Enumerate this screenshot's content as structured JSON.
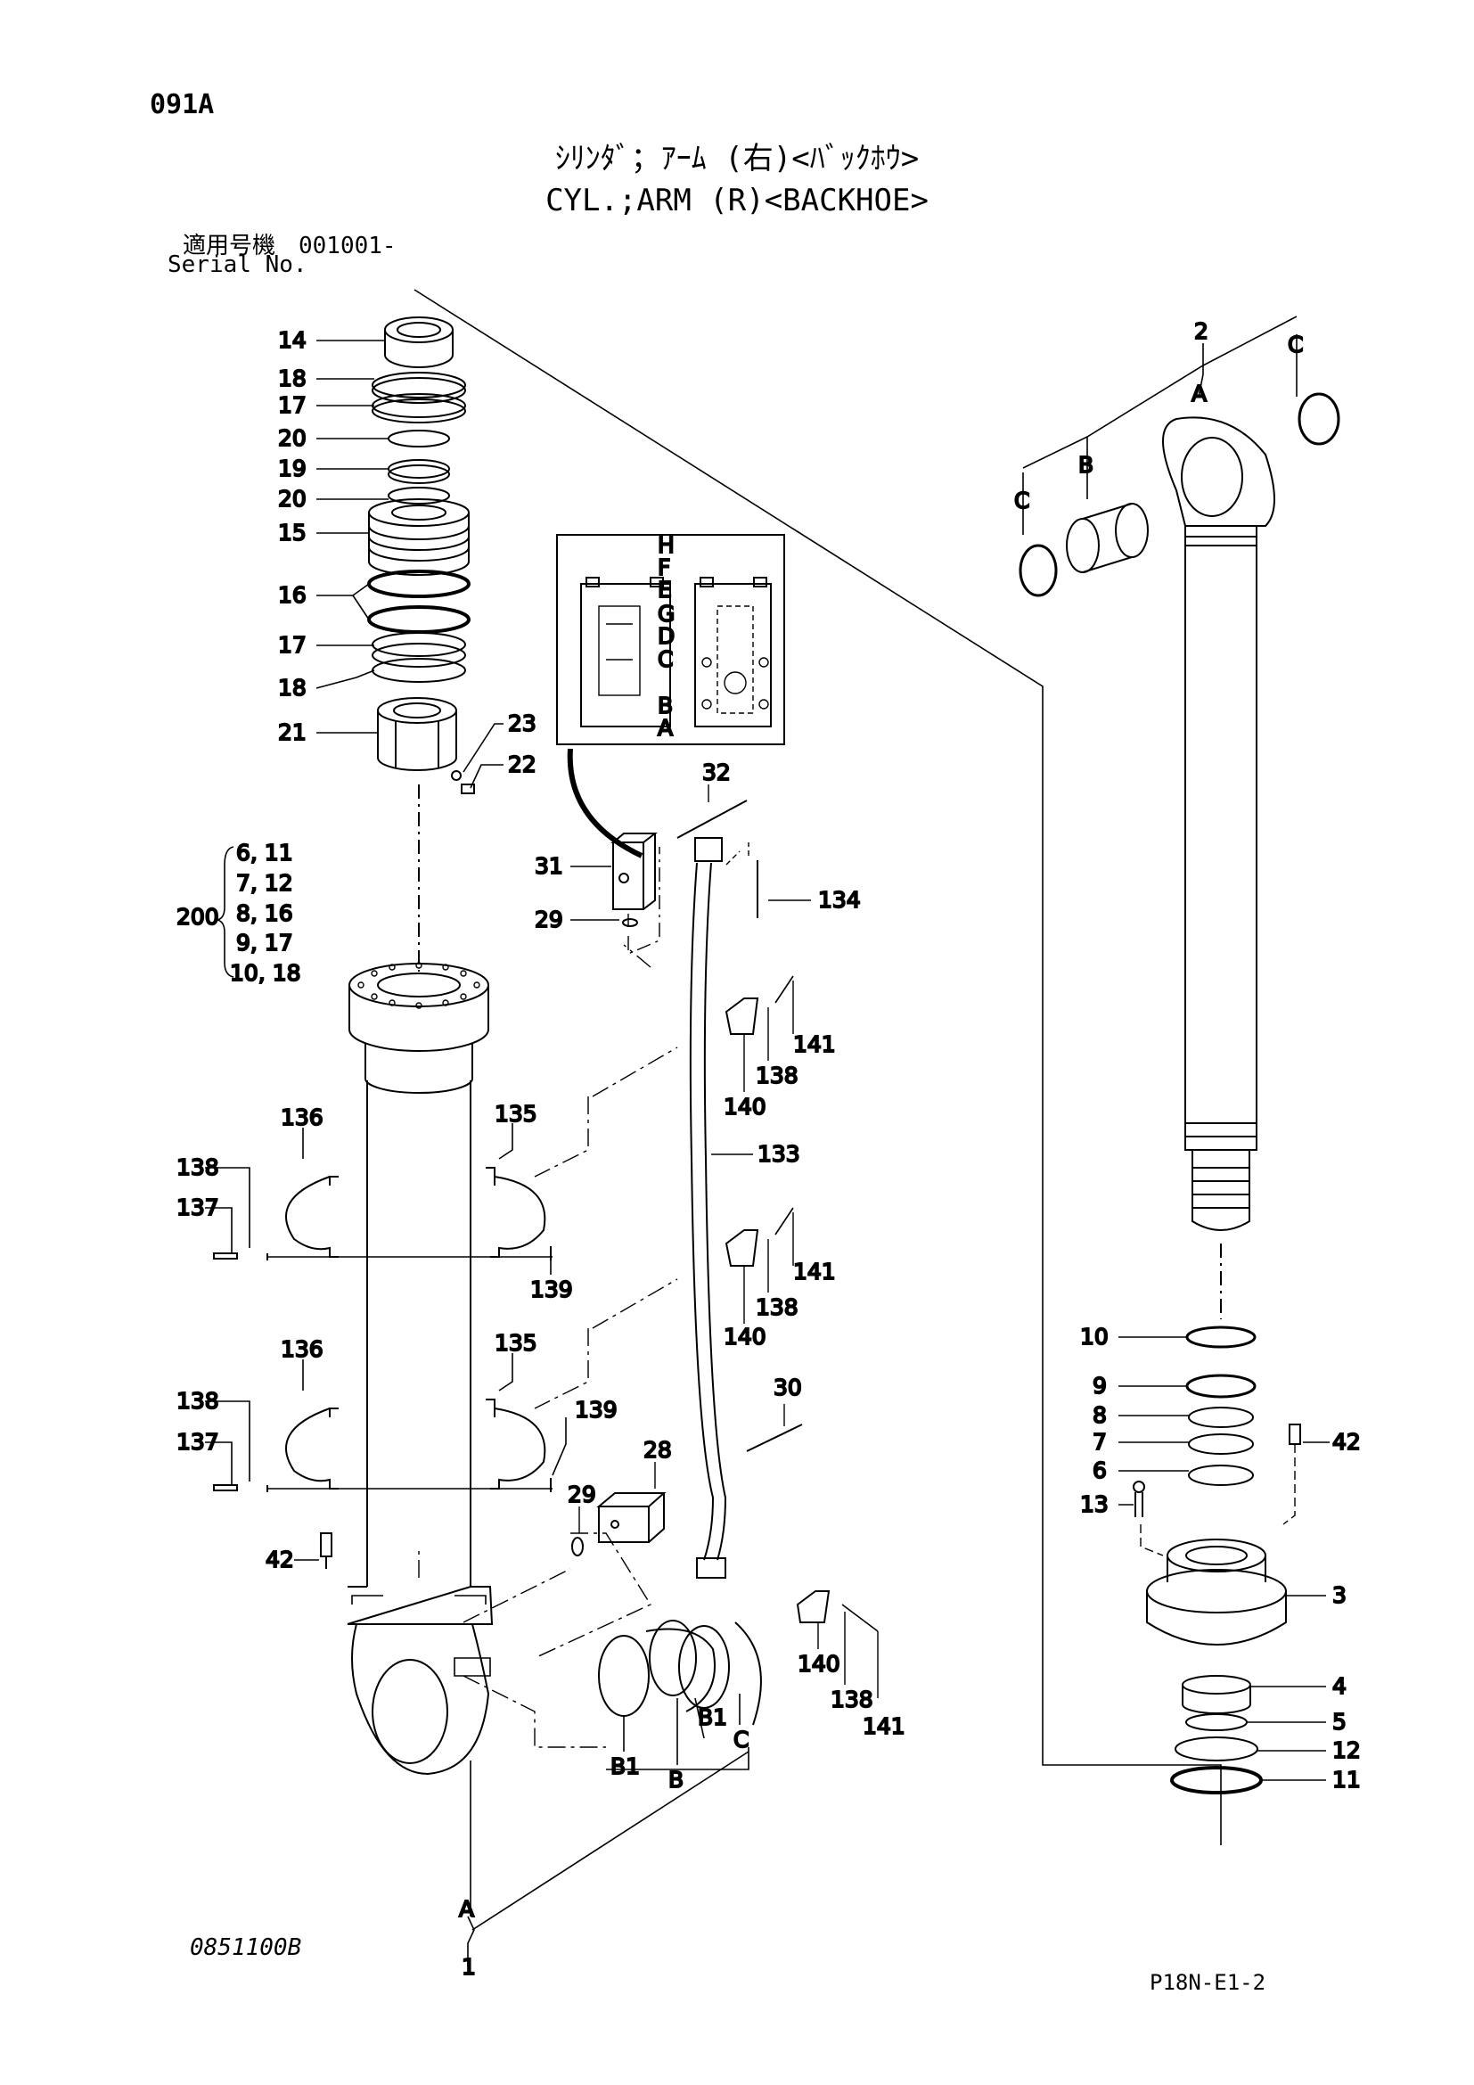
{
  "header": {
    "page_code": "091A",
    "title_jp": "ｼﾘﾝﾀﾞ；ｱｰﾑ (右)<ﾊﾞｯｸﾎｳ>",
    "title_en": "CYL.;ARM (R)<BACKHOE>",
    "serial_label_jp": "適用号機　001001-",
    "serial_label_en": "Serial No."
  },
  "footer": {
    "drawing_code": "0851100B",
    "page_ref": "P18N-E1-2"
  },
  "callouts": {
    "c14": "14",
    "c18a": "18",
    "c17a": "17",
    "c20a": "20",
    "c19": "19",
    "c20b": "20",
    "c15": "15",
    "c16": "16",
    "c17b": "17",
    "c18b": "18",
    "c21": "21",
    "c23": "23",
    "c22": "22",
    "kit_label": "200",
    "kit_rows": [
      "6,  11",
      "7,  12",
      "8,  16",
      "9,  17",
      "10,  18"
    ],
    "c31": "31",
    "c29a": "29",
    "c32": "32",
    "c134": "134",
    "c141a": "141",
    "c138a": "138",
    "c140a": "140",
    "c133": "133",
    "c136a": "136",
    "c135a": "135",
    "c138b": "138",
    "c137a": "137",
    "c139a": "139",
    "c141b": "141",
    "c138c": "138",
    "c140b": "140",
    "c136b": "136",
    "c135b": "135",
    "c138d": "138",
    "c137b": "137",
    "c139b": "139",
    "c30": "30",
    "c28": "28",
    "c29b": "29",
    "c42a": "42",
    "c140c": "140",
    "c138e": "138",
    "c141c": "141",
    "bB1a": "B1",
    "bB1b": "B1",
    "bB": "B",
    "bC": "C",
    "bA1": "A",
    "c1": "1",
    "inset": [
      "H",
      "F",
      "E",
      "G",
      "D",
      "C",
      "B",
      "A"
    ],
    "c2": "2",
    "rA": "A",
    "rC1": "C",
    "rB": "B",
    "rC2": "C",
    "c10": "10",
    "c9": "9",
    "c8": "8",
    "c7": "7",
    "c6": "6",
    "c13": "13",
    "c42b": "42",
    "c3": "3",
    "c4": "4",
    "c5": "5",
    "c12": "12",
    "c11": "11"
  }
}
